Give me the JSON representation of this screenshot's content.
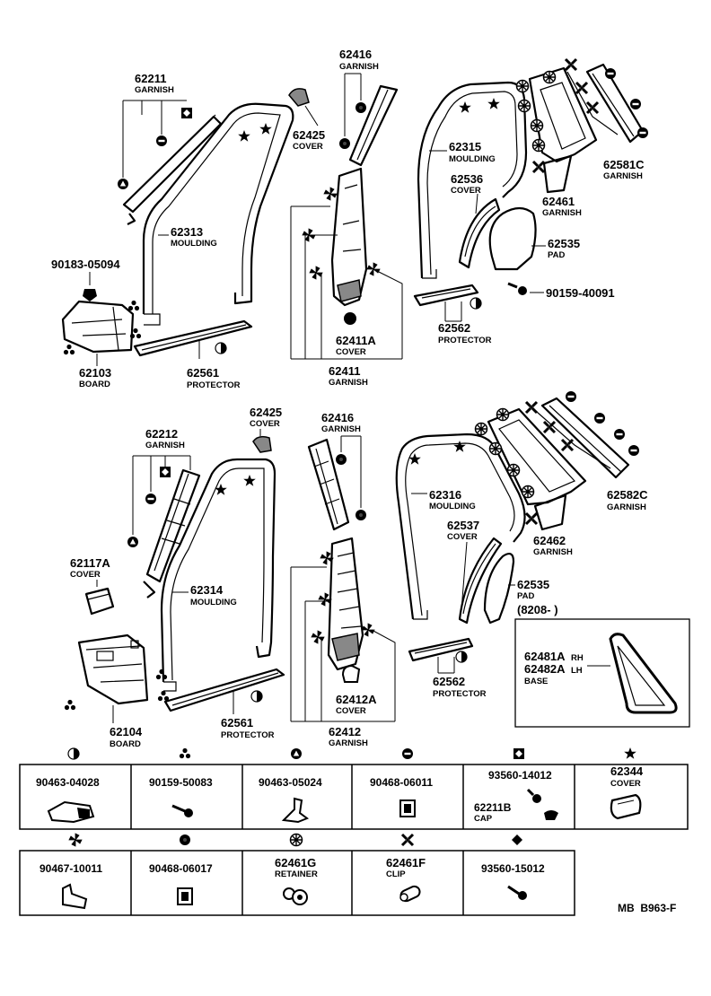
{
  "upper": {
    "p62211": {
      "num": "62211",
      "name": "GARNISH"
    },
    "p62313": {
      "num": "62313",
      "name": "MOULDING"
    },
    "p90183": {
      "num": "90183-05094"
    },
    "p62103": {
      "num": "62103",
      "name": "BOARD"
    },
    "p62561": {
      "num": "62561",
      "name": "PROTECTOR"
    },
    "p62416": {
      "num": "62416",
      "name": "GARNISH"
    },
    "p62425": {
      "num": "62425",
      "name": "COVER"
    },
    "p62411A": {
      "num": "62411A",
      "name": "COVER"
    },
    "p62411": {
      "num": "62411",
      "name": "GARNISH"
    },
    "p62315": {
      "num": "62315",
      "name": "MOULDING"
    },
    "p62536": {
      "num": "62536",
      "name": "COVER"
    },
    "p62461": {
      "num": "62461",
      "name": "GARNISH"
    },
    "p62581C": {
      "num": "62581C",
      "name": "GARNISH"
    },
    "p62535": {
      "num": "62535",
      "name": "PAD"
    },
    "p90159_40091": {
      "num": "90159-40091"
    },
    "p62562": {
      "num": "62562",
      "name": "PROTECTOR"
    }
  },
  "lower": {
    "p62212": {
      "num": "62212",
      "name": "GARNISH"
    },
    "p62425": {
      "num": "62425",
      "name": "COVER"
    },
    "p62416": {
      "num": "62416",
      "name": "GARNISH"
    },
    "p62117A": {
      "num": "62117A",
      "name": "COVER"
    },
    "p62314": {
      "num": "62314",
      "name": "MOULDING"
    },
    "p62104": {
      "num": "62104",
      "name": "BOARD"
    },
    "p62561": {
      "num": "62561",
      "name": "PROTECTOR"
    },
    "p62412A": {
      "num": "62412A",
      "name": "COVER"
    },
    "p62412": {
      "num": "62412",
      "name": "GARNISH"
    },
    "p62316": {
      "num": "62316",
      "name": "MOULDING"
    },
    "p62537": {
      "num": "62537",
      "name": "COVER"
    },
    "p62462": {
      "num": "62462",
      "name": "GARNISH"
    },
    "p62582C": {
      "num": "62582C",
      "name": "GARNISH"
    },
    "p62535": {
      "num": "62535",
      "name": "PAD"
    },
    "p62562": {
      "num": "62562",
      "name": "PROTECTOR"
    },
    "note": "(8208-        )",
    "p62481A": {
      "num": "62481A",
      "side": "RH"
    },
    "p62482A": {
      "num": "62482A",
      "side": "LH"
    },
    "base": "BASE"
  },
  "legend_row1": [
    {
      "symbol": "half-circle",
      "num": "90463-04028"
    },
    {
      "symbol": "three-dots",
      "num": "90159-50083"
    },
    {
      "symbol": "triangle-in-circle",
      "num": "90463-05024"
    },
    {
      "symbol": "slot-circle",
      "num": "90468-06011"
    },
    {
      "symbol": "diamond-in-square",
      "num": "93560-14012",
      "extra_num": "62211B",
      "extra_name": "CAP"
    },
    {
      "symbol": "star",
      "num": "62344",
      "name": "COVER"
    }
  ],
  "legend_row2": [
    {
      "symbol": "pinwheel",
      "num": "90467-10011"
    },
    {
      "symbol": "dark-circle",
      "num": "90468-06017"
    },
    {
      "symbol": "cross-circle",
      "num": "62461G",
      "name": "RETAINER"
    },
    {
      "symbol": "x-clip",
      "num": "62461F",
      "name": "CLIP"
    },
    {
      "symbol": "diamond",
      "num": "93560-15012"
    }
  ],
  "code": "MB  B963-F"
}
